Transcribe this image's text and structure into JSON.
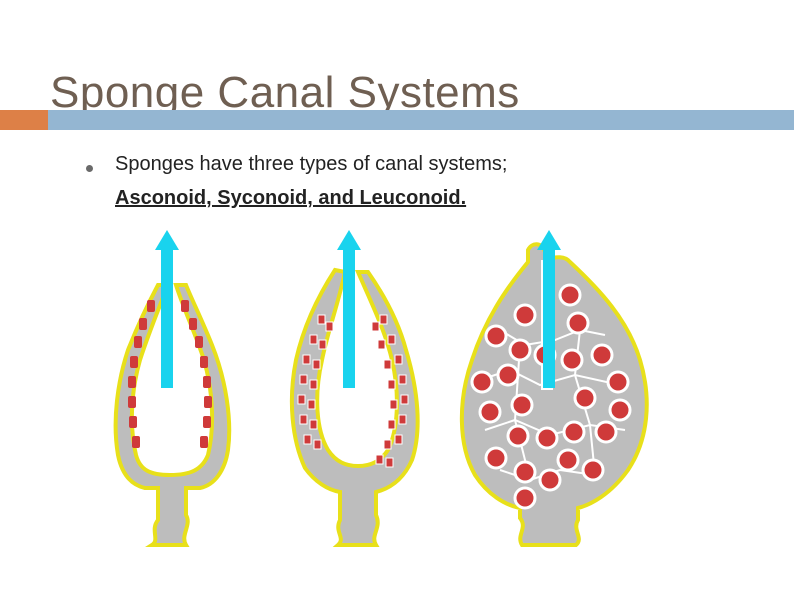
{
  "slide": {
    "title": "Sponge Canal Systems",
    "bullet_line1": "Sponges have three types of canal systems;",
    "bullet_line2": "Asconoid, Syconoid, and Leuconoid."
  },
  "colors": {
    "accent_orange": "#dd8047",
    "accent_blue": "#94b6d2",
    "title_color": "#6f5f52",
    "water_arrow": "#19d3ee",
    "body_gray": "#bdbdbd",
    "outline_yellow": "#e8e01a",
    "choanocyte_red": "#cf3a3a"
  },
  "diagram": {
    "panels": [
      "asconoid",
      "syconoid",
      "leuconoid"
    ],
    "icons": [
      "arrow-up-icon",
      "arrow-up-icon",
      "arrow-up-icon"
    ]
  }
}
